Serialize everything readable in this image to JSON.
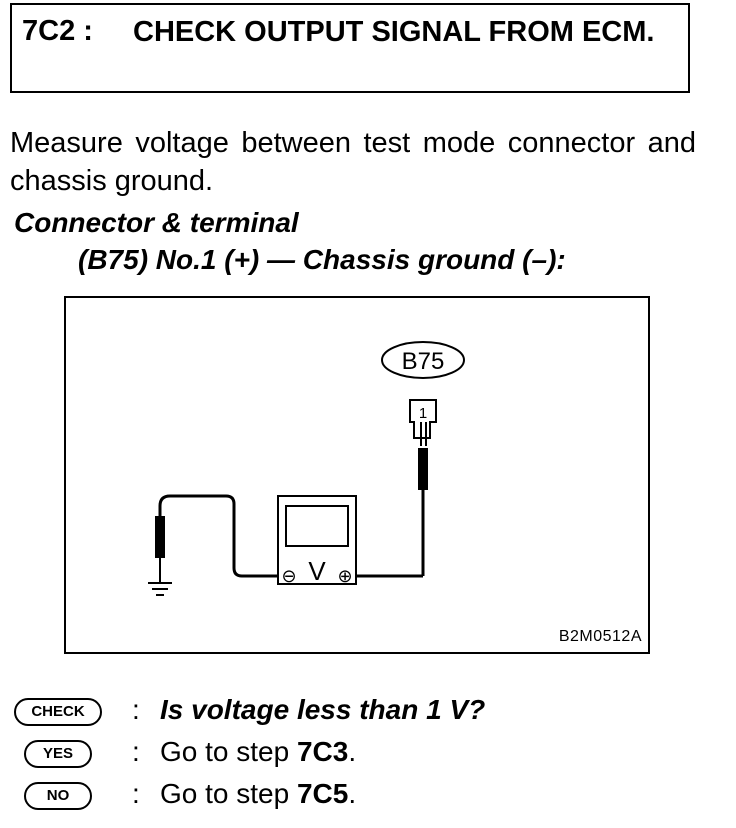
{
  "header": {
    "step_id": "7C2 :",
    "title": "CHECK OUTPUT SIGNAL FROM ECM."
  },
  "instruction": "Measure voltage between test mode connector and chassis ground.",
  "connector": {
    "heading": "Connector & terminal",
    "detail": "(B75) No.1 (+) — Chassis ground (–):"
  },
  "figure": {
    "connector_label": "B75",
    "terminal_number": "1",
    "meter_symbol": "V",
    "minus_symbol": "⊖",
    "plus_symbol": "⊕",
    "code": "B2M0512A"
  },
  "qa": [
    {
      "badge": "CHECK",
      "question": "Is voltage less than 1 V?"
    },
    {
      "badge": "YES",
      "prefix": "Go to step ",
      "step": "7C3",
      "suffix": "."
    },
    {
      "badge": "NO",
      "prefix": "Go to step ",
      "step": "7C5",
      "suffix": "."
    }
  ]
}
